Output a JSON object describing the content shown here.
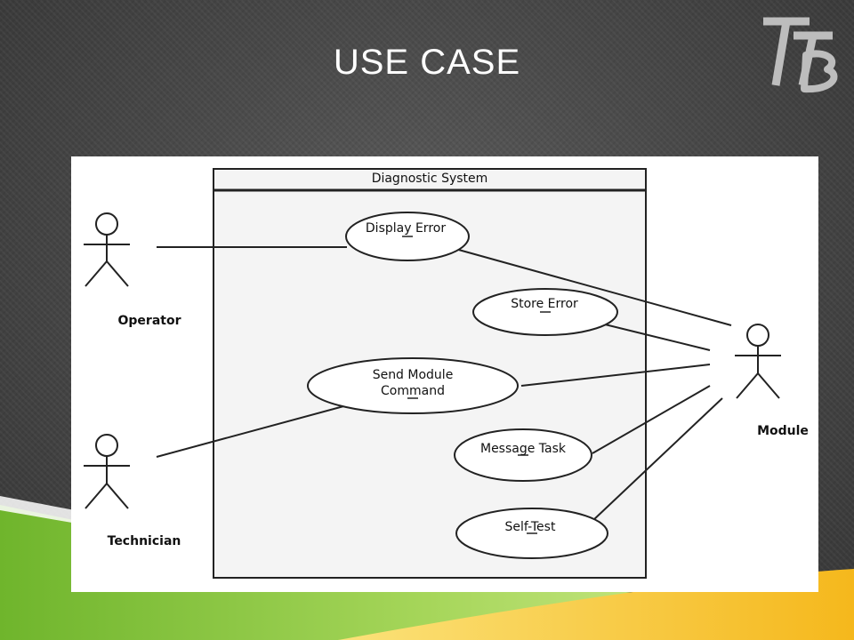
{
  "slide": {
    "title": "USE CASE",
    "logo_text": "TTB"
  },
  "diagram": {
    "system_name": "Diagnostic System",
    "actors": {
      "operator": "Operator",
      "technician": "Technician",
      "module": "Module"
    },
    "use_cases": {
      "display_error": "Display Error",
      "store_error": "Store Error",
      "send_module_command_line1": "Send Module",
      "send_module_command_line2": "Command",
      "message_task": "Message Task",
      "self_test": "Self-Test"
    }
  },
  "colors": {
    "background": "#4a4a4a",
    "title": "#ffffff",
    "wave_green": "#8dc63f",
    "wave_yellow": "#f7c52a",
    "diagram_line": "#222222"
  }
}
